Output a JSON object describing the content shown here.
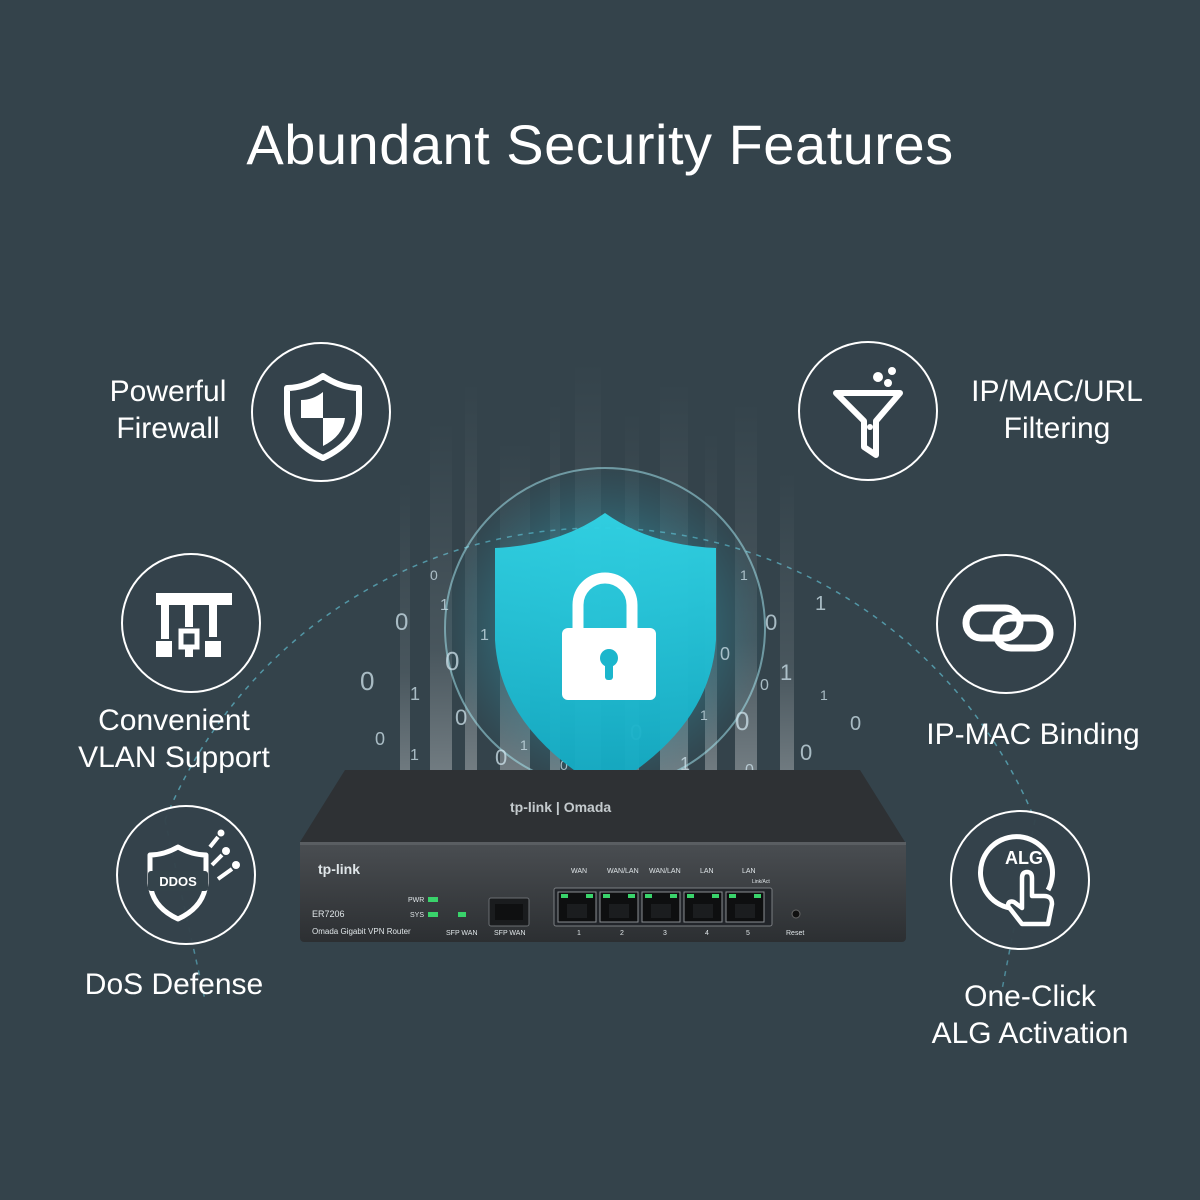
{
  "title": "Abundant Security Features",
  "features": {
    "firewall": {
      "line1": "Powerful",
      "line2": "Firewall",
      "icon": "shield-icon"
    },
    "vlan": {
      "line1": "Convenient",
      "line2": "VLAN Support",
      "icon": "vlan-icon"
    },
    "dos": {
      "line1": "DoS Defense",
      "icon": "ddos-shield-icon",
      "badge": "DDOS"
    },
    "filtering": {
      "line1": "IP/MAC/URL",
      "line2": "Filtering",
      "icon": "funnel-icon"
    },
    "binding": {
      "line1": "IP-MAC Binding",
      "icon": "link-icon"
    },
    "alg": {
      "line1": "One-Click",
      "line2": "ALG Activation",
      "icon": "tap-icon",
      "badge": "ALG"
    }
  },
  "router": {
    "brand": "tp-link",
    "top_brand": "tp-link | Omada",
    "model": "ER7206",
    "description": "Omada Gigabit VPN Router",
    "led_pwr": "PWR",
    "led_sys": "SYS",
    "sfp_led_label": "SFP WAN",
    "sfp_port_label": "SFP WAN",
    "port_groups": [
      "WAN",
      "WAN/LAN",
      "WAN/LAN",
      "LAN",
      "LAN"
    ],
    "link_act": "Link/Act",
    "port_numbers": [
      "1",
      "2",
      "3",
      "4",
      "5"
    ],
    "reset": "Reset"
  },
  "colors": {
    "background": "#34434b",
    "accent": "#1ec8dc",
    "router_body": "#3a3d40"
  }
}
